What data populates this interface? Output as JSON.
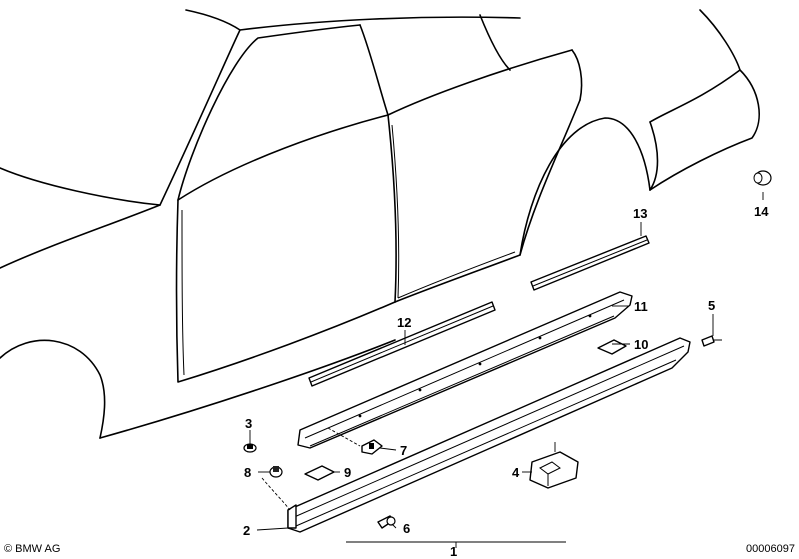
{
  "labels": {
    "p1": "1",
    "p2": "2",
    "p3": "3",
    "p4": "4",
    "p5": "5",
    "p6": "6",
    "p7": "7",
    "p8": "8",
    "p9": "9",
    "p10": "10",
    "p11": "11",
    "p12": "12",
    "p13": "13",
    "p14": "14"
  },
  "footer": {
    "copyright": "© BMW AG",
    "image_number": "00006097"
  },
  "colors": {
    "line": "#000000",
    "part_fill": "#ffffff",
    "dark_fill": "#222222",
    "background": "#ffffff"
  }
}
